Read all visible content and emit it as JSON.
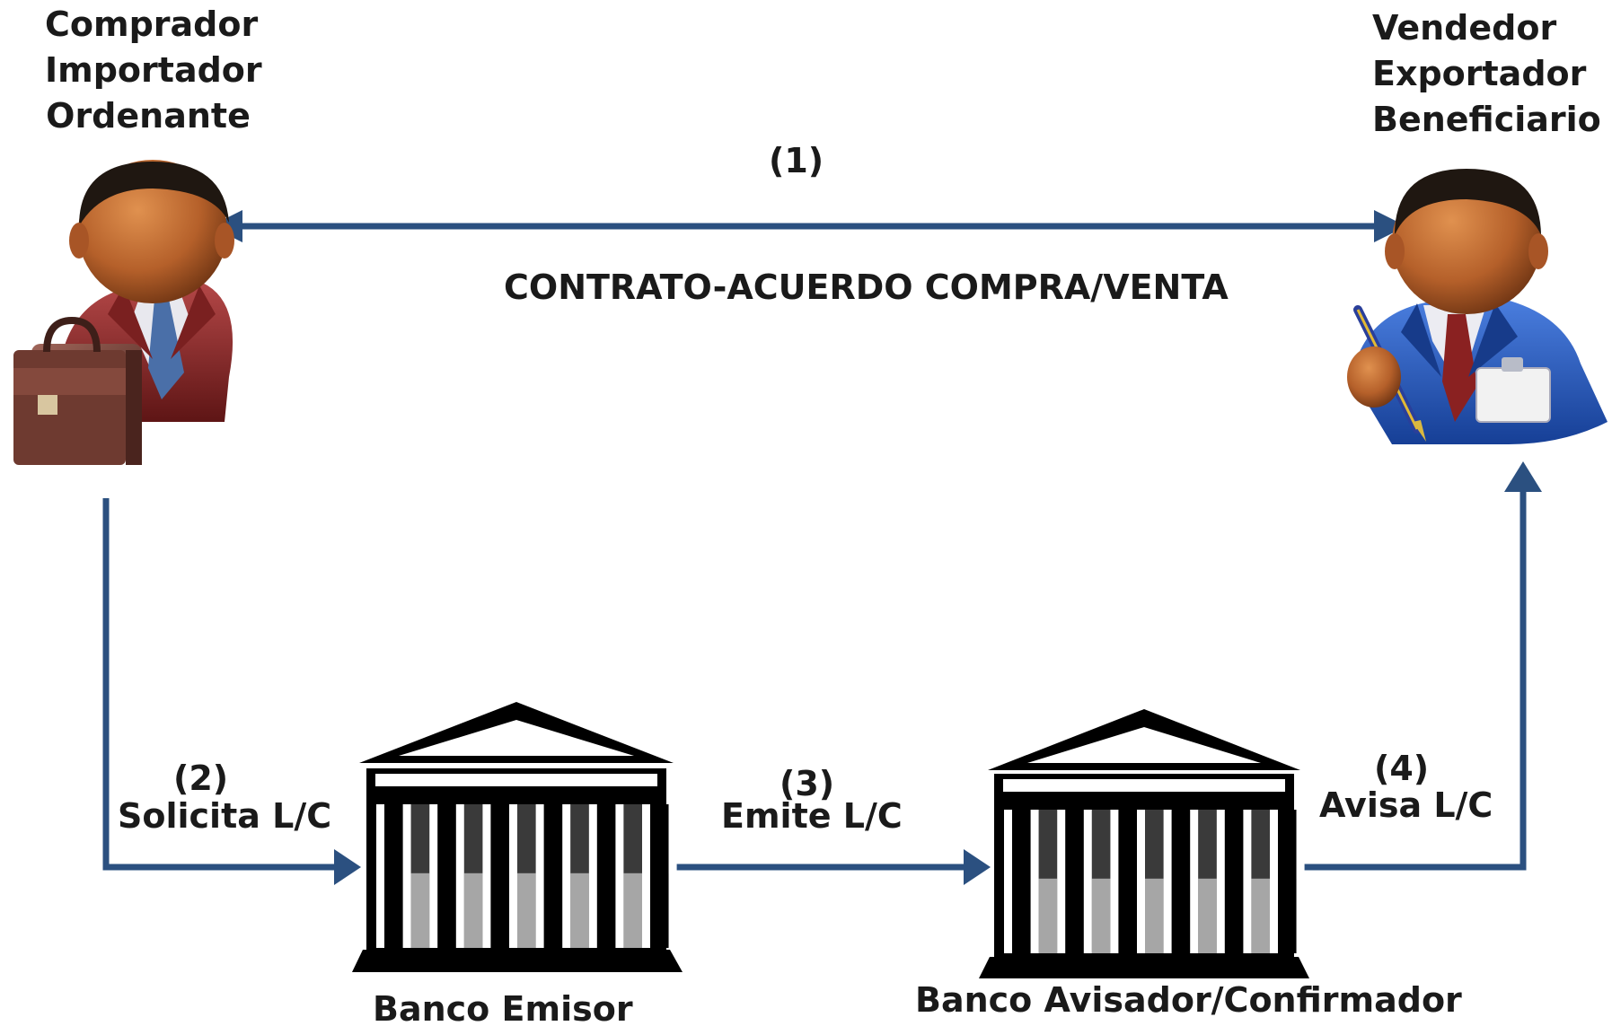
{
  "buyer": {
    "lines": [
      "Comprador",
      "Importador",
      "Ordenante"
    ]
  },
  "seller": {
    "lines": [
      "Vendedor",
      "Exportador",
      "Beneficiario"
    ]
  },
  "steps": {
    "s1": {
      "number": "(1)",
      "label": "CONTRATO-ACUERDO COMPRA/VENTA"
    },
    "s2": {
      "number": "(2)",
      "label": "Solicita L/C"
    },
    "s3": {
      "number": "(3)",
      "label": "Emite L/C"
    },
    "s4": {
      "number": "(4)",
      "label": "Avisa L/C"
    }
  },
  "banks": {
    "issuing": {
      "label": "Banco Emisor"
    },
    "advising": {
      "label": "Banco Avisador/Confirmador"
    }
  },
  "icons": {
    "buyer": "businessman-with-briefcase-icon",
    "seller": "businessman-with-pen-icon",
    "bank": "bank-building-icon"
  },
  "colors": {
    "arrow": "#2b5080",
    "buyer_suit": "#8a2a2a",
    "seller_suit": "#2352b0",
    "skin": "#b8622a",
    "bank": "#000000"
  }
}
